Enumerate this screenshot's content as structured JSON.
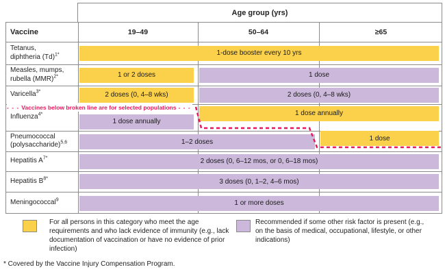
{
  "table": {
    "age_group_header": "Age group (yrs)",
    "vaccine_header": "Vaccine",
    "age_columns": [
      "19–49",
      "50–64",
      "≥65"
    ],
    "rows": [
      {
        "label_line1": "Tetanus,",
        "label_line2": "diphtheria (Td)",
        "sup": "1*",
        "bars": [
          {
            "cols": [
              1,
              3
            ],
            "color": "yellow",
            "text": "1-dose booster every 10 yrs"
          }
        ]
      },
      {
        "label_line1": "Measles, mumps,",
        "label_line2": "rubella (MMR)",
        "sup": "2*",
        "bars": [
          {
            "cols": [
              1,
              1
            ],
            "color": "yellow",
            "text": "1 or 2 doses"
          },
          {
            "cols": [
              2,
              3
            ],
            "color": "purple",
            "text": "1 dose"
          }
        ]
      },
      {
        "label_line1": "Varicella",
        "sup": "3*",
        "bars": [
          {
            "cols": [
              1,
              1
            ],
            "color": "yellow",
            "text": "2 doses (0, 4–8 wks)"
          },
          {
            "cols": [
              2,
              3
            ],
            "color": "purple",
            "text": "2 doses (0, 4–8 wks)"
          }
        ]
      },
      {
        "label_line1": "Influenza",
        "sup": "4*",
        "bars": [
          {
            "cols": [
              1,
              1
            ],
            "color": "purple",
            "text": "1 dose annually"
          },
          {
            "cols": [
              2,
              3
            ],
            "color": "yellow",
            "text": "1 dose annually"
          }
        ]
      },
      {
        "label_line1": "Pneumococcal",
        "label_line2": "(polysaccharide)",
        "sup": "5,6",
        "bars": [
          {
            "cols": [
              1,
              2
            ],
            "color": "purple",
            "text": "1–2 doses"
          },
          {
            "cols": [
              3,
              3
            ],
            "color": "yellow",
            "text": "1 dose"
          }
        ]
      },
      {
        "label_line1": "Hepatitis A",
        "sup": "7*",
        "bars": [
          {
            "cols": [
              1,
              3
            ],
            "color": "purple",
            "text": "2 doses (0, 6–12 mos, or 0, 6–18 mos)"
          }
        ]
      },
      {
        "label_line1": "Hepatitis B",
        "sup": "8*",
        "bars": [
          {
            "cols": [
              1,
              3
            ],
            "color": "purple",
            "text": "3 doses (0, 1–2, 4–6 mos)"
          }
        ]
      },
      {
        "label_line1": "Meningococcal",
        "sup": "9",
        "bars": [
          {
            "cols": [
              1,
              3
            ],
            "color": "purple",
            "text": "1 or more doses"
          }
        ]
      }
    ]
  },
  "broken_line_note": "Vaccines below broken line are for selected populations",
  "broken_line_dashes": "- - -",
  "legend": {
    "yellow_text": "For all persons in this category who meet the age requirements and who lack evidence of immunity (e.g., lack documentation of vaccination or have no evidence of prior infection)",
    "purple_text": "Recommended if some other risk factor is present (e.g., on the basis of medical, occupational, lifestyle, or other indications)"
  },
  "footnote": "* Covered by the Vaccine Injury Compensation Program.",
  "colors": {
    "yellow": "#fbd04a",
    "purple": "#cbb8da",
    "broken_line": "#e8175d",
    "grid": "#8a8a8a"
  },
  "chart_data": {
    "type": "table",
    "title": "Age group (yrs)",
    "columns": [
      "Vaccine",
      "19–49",
      "50–64",
      "≥65"
    ],
    "legend": {
      "for-all-persons": "For all persons in this category who meet the age requirements and who lack evidence of immunity (e.g., lack documentation of vaccination or have no evidence of prior infection)",
      "risk-factor": "Recommended if some other risk factor is present (e.g., on the basis of medical, occupational, lifestyle, or other indications)"
    },
    "annotations": [
      "Vaccines below broken line are for selected populations",
      "* Covered by the Vaccine Injury Compensation Program."
    ],
    "rows": [
      {
        "vaccine": "Tetanus, diphtheria (Td)",
        "note": "1*",
        "cells": [
          {
            "span": [
              "19–49",
              "50–64",
              "≥65"
            ],
            "text": "1-dose booster every 10 yrs",
            "category": "for-all-persons"
          }
        ]
      },
      {
        "vaccine": "Measles, mumps, rubella (MMR)",
        "note": "2*",
        "cells": [
          {
            "span": [
              "19–49"
            ],
            "text": "1 or 2 doses",
            "category": "for-all-persons"
          },
          {
            "span": [
              "50–64",
              "≥65"
            ],
            "text": "1 dose",
            "category": "risk-factor"
          }
        ]
      },
      {
        "vaccine": "Varicella",
        "note": "3*",
        "cells": [
          {
            "span": [
              "19–49"
            ],
            "text": "2 doses (0, 4–8 wks)",
            "category": "for-all-persons"
          },
          {
            "span": [
              "50–64",
              "≥65"
            ],
            "text": "2 doses (0, 4–8 wks)",
            "category": "risk-factor"
          }
        ]
      },
      {
        "vaccine": "Influenza",
        "note": "4*",
        "cells": [
          {
            "span": [
              "19–49"
            ],
            "text": "1 dose annually",
            "category": "risk-factor"
          },
          {
            "span": [
              "50–64",
              "≥65"
            ],
            "text": "1 dose annually",
            "category": "for-all-persons"
          }
        ]
      },
      {
        "vaccine": "Pneumococcal (polysaccharide)",
        "note": "5,6",
        "cells": [
          {
            "span": [
              "19–49",
              "50–64"
            ],
            "text": "1–2 doses",
            "category": "risk-factor"
          },
          {
            "span": [
              "≥65"
            ],
            "text": "1 dose",
            "category": "for-all-persons"
          }
        ]
      },
      {
        "vaccine": "Hepatitis A",
        "note": "7*",
        "cells": [
          {
            "span": [
              "19–49",
              "50–64",
              "≥65"
            ],
            "text": "2 doses (0, 6–12 mos, or 0, 6–18 mos)",
            "category": "risk-factor"
          }
        ]
      },
      {
        "vaccine": "Hepatitis B",
        "note": "8*",
        "cells": [
          {
            "span": [
              "19–49",
              "50–64",
              "≥65"
            ],
            "text": "3 doses (0, 1–2, 4–6 mos)",
            "category": "risk-factor"
          }
        ]
      },
      {
        "vaccine": "Meningococcal",
        "note": "9",
        "cells": [
          {
            "span": [
              "19–49",
              "50–64",
              "≥65"
            ],
            "text": "1 or more doses",
            "category": "risk-factor"
          }
        ]
      }
    ]
  }
}
